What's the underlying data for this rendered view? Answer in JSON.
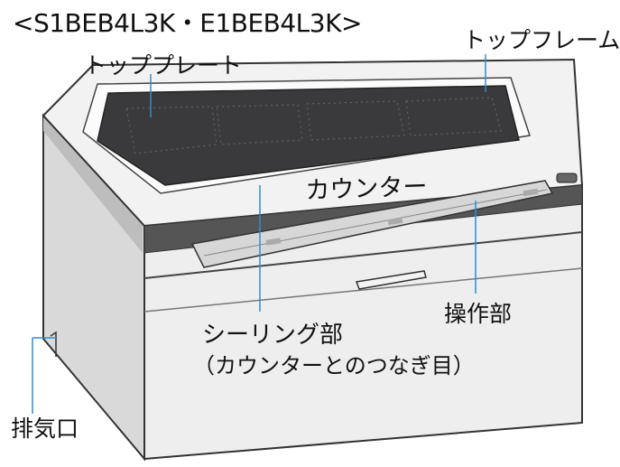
{
  "model_title": "<S1BEB4L3K・E1BEB4L3K>",
  "labels": {
    "top_frame": "トップフレーム",
    "top_plate": "トッププレート",
    "counter": "カウンター",
    "control_panel": "操作部",
    "sealing_line1": "シーリング部",
    "sealing_line2": "（カウンターとのつなぎ目）",
    "exhaust_port": "排気口"
  },
  "colors": {
    "leader_line": "#2a8fd0",
    "top_plate": "#3a3a3c",
    "cabinet": "#e6e6e6",
    "frame": "#f4f5f6"
  }
}
